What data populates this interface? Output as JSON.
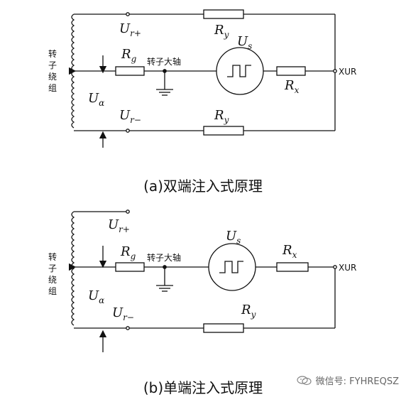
{
  "diagram_a": {
    "winding_label": [
      "转",
      "子",
      "绕",
      "组"
    ],
    "ur_plus": {
      "base": "U",
      "sub": "r+"
    },
    "ur_minus": {
      "base": "U",
      "sub": "r−"
    },
    "u_alpha": {
      "base": "U",
      "sub": "α"
    },
    "rg": {
      "base": "R",
      "sub": "g"
    },
    "ry_top": {
      "base": "R",
      "sub": "y"
    },
    "ry_bottom": {
      "base": "R",
      "sub": "y"
    },
    "us": {
      "base": "U",
      "sub": "s"
    },
    "rx": {
      "base": "R",
      "sub": "x"
    },
    "shaft_label": "转子大轴",
    "xur_label": "XUR",
    "caption": "(a)双端注入式原理"
  },
  "diagram_b": {
    "winding_label": [
      "转",
      "子",
      "绕",
      "组"
    ],
    "ur_plus": {
      "base": "U",
      "sub": "r+"
    },
    "ur_minus": {
      "base": "U",
      "sub": "r−"
    },
    "u_alpha": {
      "base": "U",
      "sub": "α"
    },
    "rg": {
      "base": "R",
      "sub": "g"
    },
    "ry": {
      "base": "R",
      "sub": "y"
    },
    "us": {
      "base": "U",
      "sub": "s"
    },
    "rx": {
      "base": "R",
      "sub": "x"
    },
    "shaft_label": "转子大轴",
    "xur_label": "XUR",
    "caption": "(b)单端注入式原理"
  },
  "watermark": {
    "text": "微信号: FYHREQSZ",
    "icon": "wechat-icon"
  }
}
